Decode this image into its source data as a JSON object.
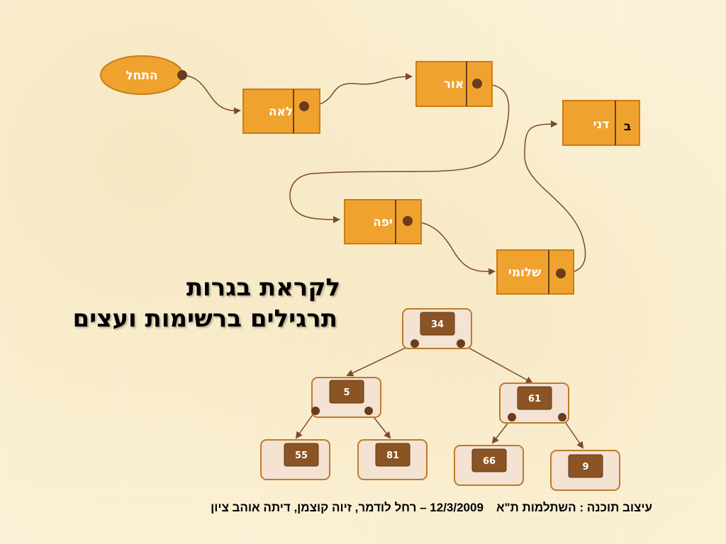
{
  "slide": {
    "title_line1": "לקראת בגרות",
    "title_line2": "תרגילים ברשימות ועצים",
    "credits_part1": "עיצוב תוכנה : השתלמות ת\"א",
    "credits_date": "12/3/2009",
    "credits_part2": "– רחל לודמר, זיוה קוצמן, דיתה אוהב ציון"
  },
  "linked_list": {
    "start_label": "התחל",
    "nodes": [
      {
        "id": "lea",
        "value": "לאה"
      },
      {
        "id": "or",
        "value": "אור"
      },
      {
        "id": "yafa",
        "value": "יפה"
      },
      {
        "id": "shlomi",
        "value": "שלומי"
      },
      {
        "id": "dani",
        "value": "דני",
        "null_symbol": "ב"
      }
    ],
    "order": [
      "start",
      "lea",
      "or",
      "yafa",
      "shlomi",
      "dani"
    ]
  },
  "tree": {
    "root": {
      "value": "34",
      "left": {
        "value": "5",
        "left": {
          "value": "55"
        },
        "right": {
          "value": "81"
        }
      },
      "right": {
        "value": "61",
        "left": {
          "value": "66"
        },
        "right": {
          "value": "9"
        }
      }
    }
  },
  "colors": {
    "node_fill": "#f0a22e",
    "node_border": "#c97d18",
    "arrow": "#7a4a2a",
    "dot": "#6a3c1e",
    "tree_box_fill": "#f4e2d2",
    "tree_box_border": "#c07a2a",
    "tree_value_fill": "#8b5424"
  }
}
